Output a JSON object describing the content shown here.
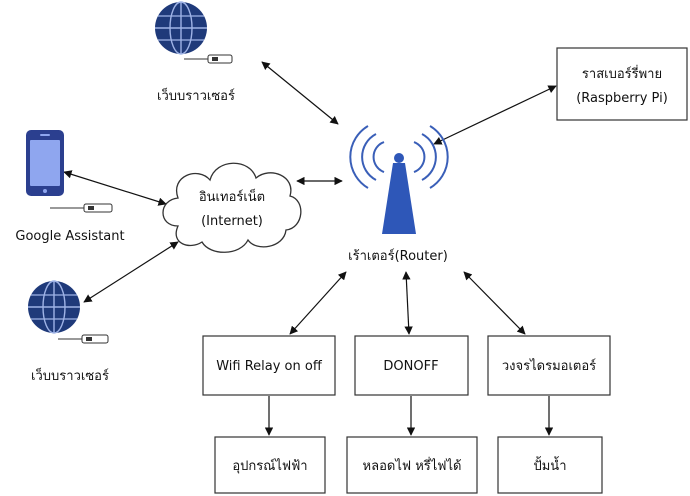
{
  "colors": {
    "globe": "#1f3a7a",
    "globe_line": "#9fb3e6",
    "router": "#2e57b8",
    "router_waves": "#3a5fb8",
    "phone_body": "#2b3f8f",
    "phone_screen": "#8fa6ef",
    "line": "#111111"
  },
  "icons": {
    "globe_top": "globe-icon",
    "globe_left": "globe-icon",
    "phone": "smartphone-icon",
    "router": "router-antenna-icon",
    "cloud": "cloud-icon"
  },
  "labels": {
    "browser_top": "เว็บบราวเซอร์",
    "browser_left": "เว็บบราวเซอร์",
    "google_assistant": "Google Assistant",
    "internet_line1": "อินเทอร์เน็ต",
    "internet_line2": "(Internet)",
    "router": "เร้าเตอร์(Router)",
    "raspberry_line1": "ราสเบอร์รี่พาย",
    "raspberry_line2": "(Raspberry Pi)",
    "wifi_relay": "Wifi Relay on off",
    "donoff": "DONOFF",
    "motor_circuit": "วงจรไดรมอเตอร์",
    "appliance": "อุปกรณ์ไฟฟ้า",
    "lamp": "หลอดไฟ หรี่ไฟได้",
    "pump": "ปั้มน้ำ"
  }
}
